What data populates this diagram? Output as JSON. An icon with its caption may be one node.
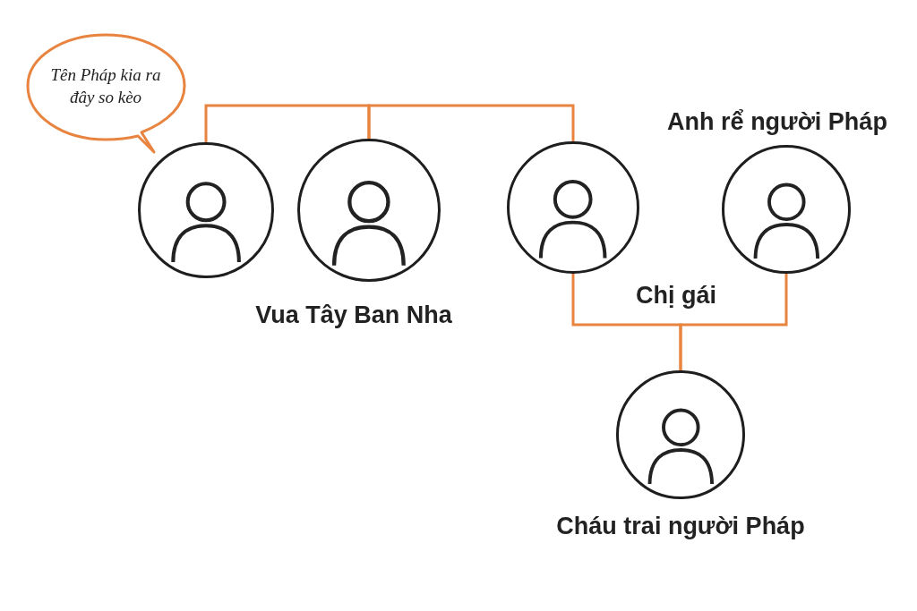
{
  "diagram": {
    "nodes": [
      {
        "text": [
          "Tên Pháp kia ra đây so kèo"
        ]
      },
      {
        "text": [],
        "shape": "picture"
      },
      {
        "text": [],
        "shape": "picture",
        "beside": [
          "Vua Tây Ban Nha"
        ]
      },
      {
        "text": [],
        "shape": "picture",
        "beside": [
          "Chị gái"
        ]
      },
      {
        "text": [],
        "shape": "picture",
        "beside": [
          "Anh rể người Pháp"
        ]
      },
      {
        "text": [],
        "shape": "picture",
        "beside": [
          "Cháu trai người Pháp"
        ]
      }
    ],
    "edges": [
      {
        "from": 1,
        "to": 2,
        "arrow": "none"
      },
      {
        "from": 2,
        "to": 3,
        "arrow": "none"
      },
      {
        "from": 3,
        "to": 5,
        "arrow": "none"
      },
      {
        "from": 4,
        "to": 5,
        "arrow": "none"
      }
    ]
  }
}
